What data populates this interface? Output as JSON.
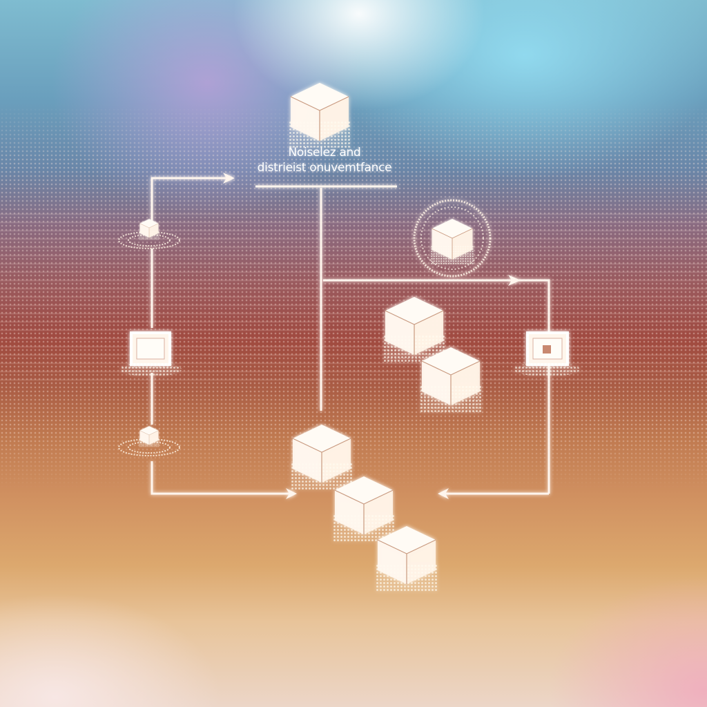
{
  "diagram": {
    "title_lines": [
      "Noiselez and",
      "distrieist onuvemtfance"
    ],
    "colors": {
      "top_sky": "#7fbcd0",
      "mid_band": "#a04a40",
      "bottom_warm": "#dca86e",
      "connector": "#fff6ee",
      "cube_face": "#fffaf2"
    },
    "nodes": [
      {
        "id": "top-cube",
        "type": "cube",
        "icon": "cube-icon"
      },
      {
        "id": "left-upper-small-cube",
        "type": "small-cube-ripple",
        "icon": "cube-icon"
      },
      {
        "id": "left-frame",
        "type": "framed-square",
        "icon": "square-frame-icon"
      },
      {
        "id": "left-lower-small-cube",
        "type": "small-cube-ripple",
        "icon": "cube-icon"
      },
      {
        "id": "spiral-cube",
        "type": "cube-in-ring",
        "icon": "spiral-ring-icon"
      },
      {
        "id": "mid-cube-1",
        "type": "cube",
        "icon": "cube-icon"
      },
      {
        "id": "mid-cube-2",
        "type": "cube",
        "icon": "cube-icon"
      },
      {
        "id": "right-frame",
        "type": "framed-square-dot",
        "icon": "square-frame-icon"
      },
      {
        "id": "stair-cube-1",
        "type": "cube",
        "icon": "cube-icon"
      },
      {
        "id": "stair-cube-2",
        "type": "cube",
        "icon": "cube-icon"
      },
      {
        "id": "stair-cube-3",
        "type": "cube",
        "icon": "cube-icon"
      }
    ],
    "connectors": [
      {
        "id": "left-top-arrow",
        "direction": "right"
      },
      {
        "id": "left-bottom-arrow",
        "direction": "right"
      },
      {
        "id": "branch-arrow",
        "direction": "right"
      },
      {
        "id": "right-return-arrow",
        "direction": "left"
      },
      {
        "id": "center-trunk",
        "direction": "down"
      }
    ]
  }
}
